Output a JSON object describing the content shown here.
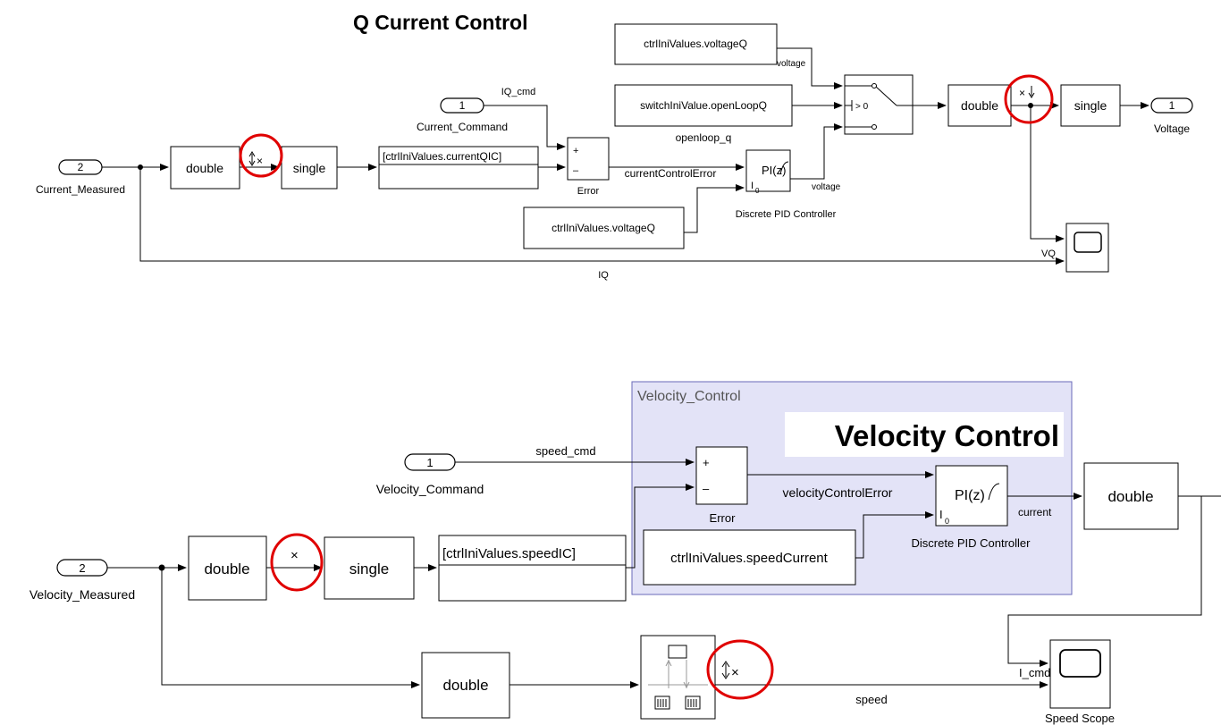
{
  "title_q": "Q Current Control",
  "q": {
    "in_meas_num": "2",
    "in_meas_name": "Current_Measured",
    "in_cmd_num": "1",
    "in_cmd_name": "Current_Command",
    "iq_cmd": "IQ_cmd",
    "double1": "double",
    "single1": "single",
    "ic_label": "[ctrlIniValues.currentQIC]",
    "sum_plus": "+",
    "sum_minus": "–",
    "sum_name": "Error",
    "error_signal": "currentControlError",
    "pid_text": "PI(z)",
    "pid_sub": "I",
    "pid_sub0": "0",
    "pid_name": "Discrete PID Controller",
    "pid_out_label": "voltage",
    "const_lower": "ctrlIniValues.voltageQ",
    "const_top": "ctrlIniValues.voltageQ",
    "const_top_out": "voltage",
    "switch_const": "switchIniValue.openLoopQ",
    "switch_label": "openloop_q",
    "switch_cond": "> 0",
    "double2": "double",
    "single2": "single",
    "out_num": "1",
    "out_name": "Voltage",
    "vq": "VQ",
    "iq": "IQ",
    "marker_x": "×"
  },
  "v": {
    "subsys_label": "Velocity_Control",
    "title": "Velocity Control",
    "in_cmd_num": "1",
    "in_cmd_name": "Velocity_Command",
    "speed_cmd": "speed_cmd",
    "in_meas_num": "2",
    "in_meas_name": "Velocity_Measured",
    "double1": "double",
    "single1": "single",
    "ic_label": "[ctrlIniValues.speedIC]",
    "sum_plus": "+",
    "sum_minus": "–",
    "sum_name": "Error",
    "error_signal": "velocityControlError",
    "pid_text": "PI(z)",
    "pid_sub": "I",
    "pid_sub0": "0",
    "pid_name": "Discrete PID Controller",
    "const_speed_current": "ctrlIniValues.speedCurrent",
    "current": "current",
    "double_out": "double",
    "double_lower": "double",
    "speed": "speed",
    "i_cmd": "I_cmd",
    "scope_name": "Speed Scope",
    "marker_x": "×"
  },
  "colors": {
    "subsystem_fill": "#e3e3f7",
    "subsystem_border": "#5a5ab0",
    "highlight": "#e00000"
  }
}
